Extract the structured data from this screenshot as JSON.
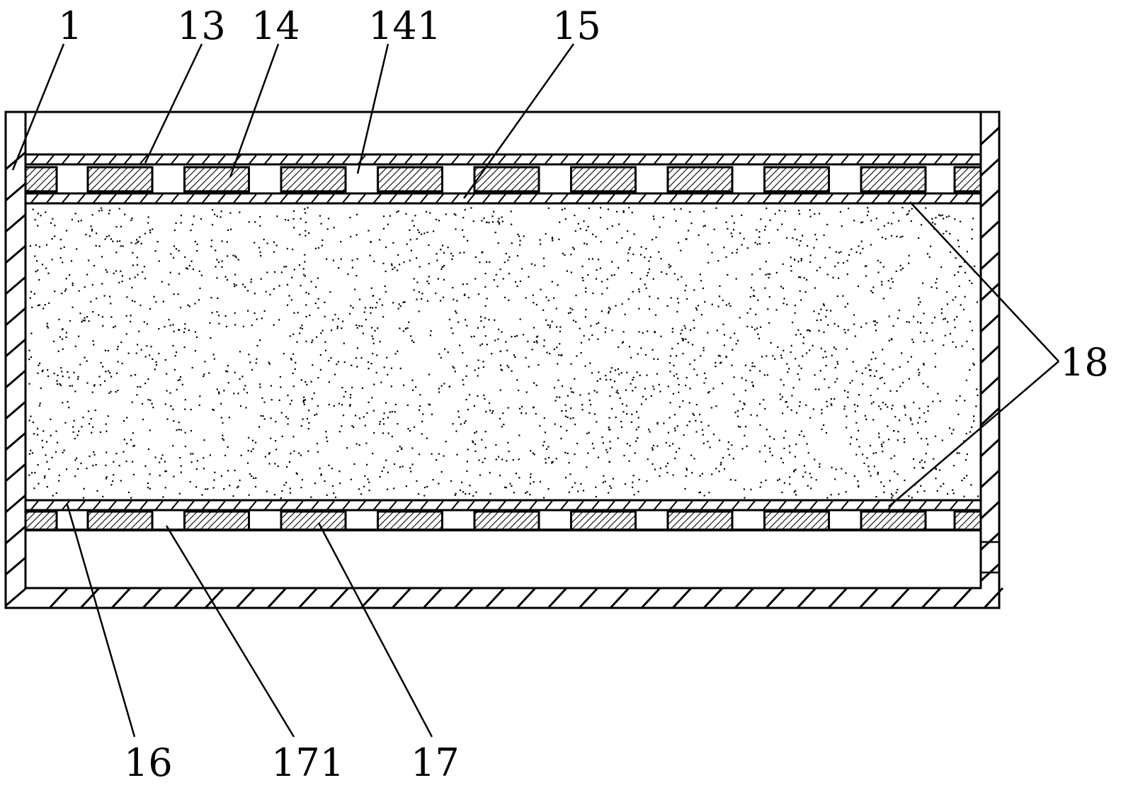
{
  "labels": {
    "l1": "1",
    "l13": "13",
    "l14": "14",
    "l141": "141",
    "l15": "15",
    "l16": "16",
    "l171": "171",
    "l17": "17",
    "l18": "18"
  },
  "colors": {
    "stroke": "#000000",
    "background": "#ffffff",
    "speckle": "#000000"
  }
}
